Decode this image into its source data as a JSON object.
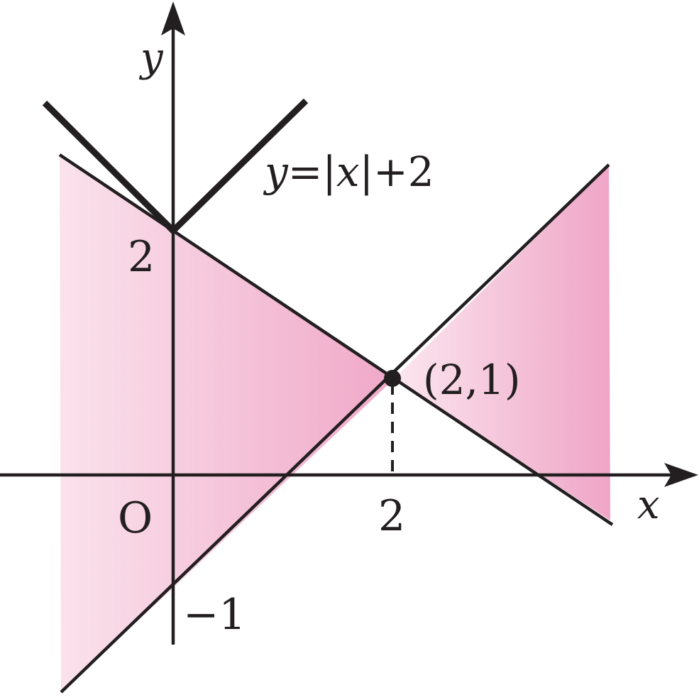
{
  "axes": {
    "x_label": "x",
    "y_label": "y",
    "origin_label": "O"
  },
  "ticks": {
    "y_two": "2",
    "y_minus_one": "−1",
    "x_two": "2"
  },
  "curve_label": {
    "prefix": "y",
    "middle": "=|",
    "var": "x",
    "suffix": "|+2"
  },
  "point_label": "(2,1)",
  "colors": {
    "ink": "#231f20",
    "region_light": "#f9dde9",
    "region_dark": "#f0a8c8"
  }
}
